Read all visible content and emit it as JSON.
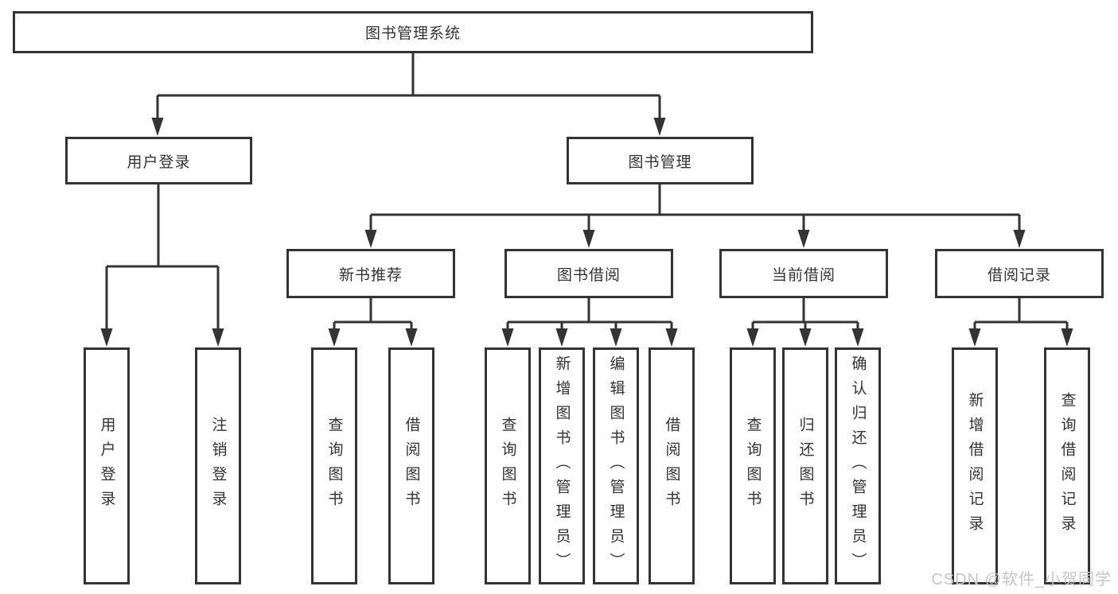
{
  "diagram": {
    "title": "图书管理系统",
    "type": "hierarchy-chart",
    "tree": {
      "root": {
        "label": "图书管理系统"
      },
      "level2": [
        {
          "label": "用户登录",
          "children": [
            {
              "label": "用户登录"
            },
            {
              "label": "注销登录"
            }
          ]
        },
        {
          "label": "图书管理",
          "children": [
            {
              "label": "新书推荐",
              "children": [
                {
                  "label": "查询图书"
                },
                {
                  "label": "借阅图书"
                }
              ]
            },
            {
              "label": "图书借阅",
              "children": [
                {
                  "label": "查询图书"
                },
                {
                  "label": "新增图书（管理员）"
                },
                {
                  "label": "编辑图书（管理员）"
                },
                {
                  "label": "借阅图书"
                }
              ]
            },
            {
              "label": "当前借阅",
              "children": [
                {
                  "label": "查询图书"
                },
                {
                  "label": "归还图书"
                },
                {
                  "label": "确认归还（管理员）"
                }
              ]
            },
            {
              "label": "借阅记录",
              "children": [
                {
                  "label": "新增借阅记录"
                },
                {
                  "label": "查询借阅记录"
                }
              ]
            }
          ]
        }
      ]
    },
    "colors": {
      "line": "#333333",
      "box_border": "#333333",
      "box_fill": "#ffffff",
      "text": "#333333",
      "watermark_text_color": "#c6c6c6",
      "background": "#ffffff"
    }
  },
  "watermark": {
    "text": "CSDN @软件_小贺同学"
  }
}
